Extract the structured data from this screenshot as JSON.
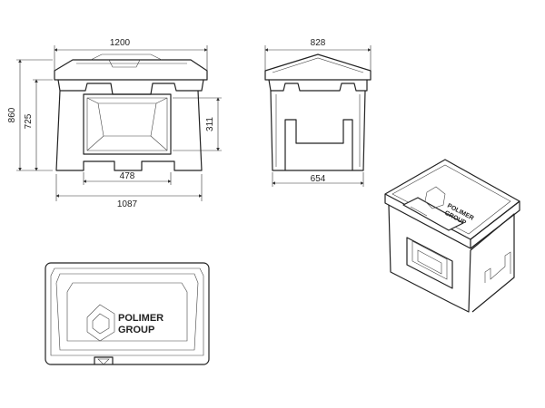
{
  "dimensions": {
    "front_width_top": "1200",
    "front_width_bottom": "1087",
    "front_opening_width": "478",
    "front_height_total": "860",
    "front_height_body": "725",
    "front_opening_height": "311",
    "side_width_top": "828",
    "side_width_bottom": "654"
  },
  "logo": {
    "line1": "POLIMER",
    "line2": "GROUP"
  }
}
